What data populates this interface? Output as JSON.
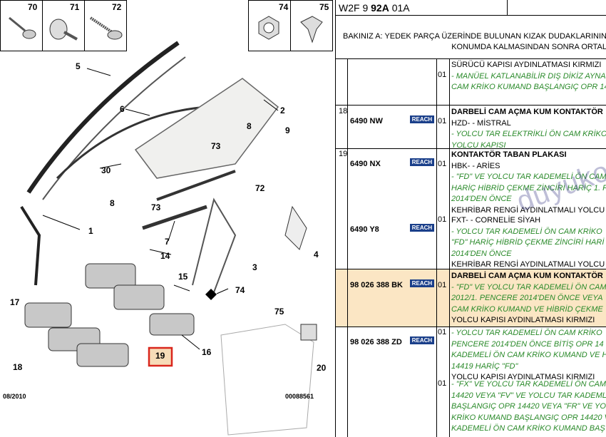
{
  "diagram": {
    "thumbs": [
      {
        "num": "70"
      },
      {
        "num": "71"
      },
      {
        "num": "72"
      },
      {
        "num": "74"
      },
      {
        "num": "75"
      }
    ],
    "callouts": {
      "c5": "5",
      "c6": "6",
      "c2": "2",
      "c8a": "8",
      "c9": "9",
      "c73a": "73",
      "c30": "30",
      "c72": "72",
      "c8b": "8",
      "c73b": "73",
      "c1": "1",
      "c4": "4",
      "c7": "7",
      "c3": "3",
      "c14": "14",
      "c15": "15",
      "c74": "74",
      "c17": "17",
      "c75": "75",
      "c16": "16",
      "c19": "19",
      "c18": "18",
      "c20": "20"
    },
    "date": "08/2010",
    "ref": "00088561"
  },
  "panel": {
    "code_pre": "W2F 9 ",
    "code_bold": "92A",
    "code_post": " 01A",
    "notice_l1": "BAKINIZ A: YEDEK PARÇA ÜZERİNDE BULUNAN KIZAK DUDAKLARININ",
    "notice_l2": "KONUMDA KALMASINDAN SONRA ORTAL",
    "rows": [
      {
        "idx": "",
        "ref": "",
        "badge": "",
        "qty": "01",
        "lines": [
          {
            "u": "SÜRÜCÜ KAPISI AYDINLATMASI KIRMIZI"
          },
          {
            "g": "- MANÜEL KATLANABİLİR DIŞ DİKİZ AYNA"
          },
          {
            "g": "CAM KRİKO KUMAND BAŞLANGIÇ OPR 14"
          }
        ]
      },
      {
        "idx": "18",
        "ref": "6490 NW",
        "badge": "REACH",
        "qty": "01",
        "lines": [
          {
            "t": "DARBELİ CAM AÇMA KUM KONTAKTÖR"
          },
          {
            "u": "HZD- - MİSTRAL"
          },
          {
            "g": "- YOLCU TAR ELEKTRİKLİ ÖN CAM KRİKO"
          },
          {
            "g": "YOLCU KAPISI"
          }
        ]
      },
      {
        "idx": "19",
        "ref": "6490 NX",
        "badge": "REACH",
        "qty": "01",
        "lines": [
          {
            "t": "KONTAKTÖR TABAN PLAKASI"
          },
          {
            "u": "HBK- - ARİES"
          },
          {
            "g": "- \"FD\" VE YOLCU TAR KADEMELİ ÖN CAM"
          },
          {
            "g": "HARİÇ HİBRİD ÇEKME ZİNCİRİ HARİÇ 1. F"
          },
          {
            "g": "2014'DEN ÖNCE"
          },
          {
            "u": "KEHRİBAR RENGİ AYDINLATMALI YOLCU"
          }
        ]
      },
      {
        "idx": "",
        "ref": "6490 Y8",
        "badge": "REACH",
        "qty": "01",
        "lines": [
          {
            "u": "FXT- - CORNELİE SİYAH"
          },
          {
            "g": "- YOLCU TAR KADEMELİ ÖN CAM KRİKO"
          },
          {
            "g": "\"FD\" HARİÇ HİBRİD ÇEKME ZİNCİRİ HARİ"
          },
          {
            "g": "2014'DEN ÖNCE"
          },
          {
            "u": "KEHRİBAR RENGİ AYDINLATMALI YOLCU"
          }
        ]
      },
      {
        "idx": "",
        "ref": "98 026 388 BK",
        "badge": "REACH",
        "qty": "01",
        "lines": [
          {
            "t": "DARBELİ CAM AÇMA KUM KONTAKTÖR"
          },
          {
            "g": "- \"FD\" VE YOLCU TAR KADEMELİ ÖN CAM"
          },
          {
            "g": "2012/1. PENCERE 2014'DEN ÖNCE VEYA"
          },
          {
            "g": "CAM KRİKO KUMAND VE HİBRİD ÇEKME"
          },
          {
            "u": "YOLCU KAPISI AYDINLATMASI KIRMIZI"
          }
        ]
      },
      {
        "idx": "",
        "ref": "98 026 388 ZD",
        "badge": "REACH",
        "qty": "01",
        "lines": [
          {
            "g": "- YOLCU TAR KADEMELİ ÖN CAM KRİKO"
          },
          {
            "g": "PENCERE 2014'DEN ÖNCE BİTİŞ OPR 14"
          },
          {
            "g": "KADEMELİ ÖN CAM KRİKO KUMAND VE H"
          },
          {
            "g": "14419 HARİÇ \"FD\""
          },
          {
            "u": "YOLCU KAPISI AYDINLATMASI KIRMIZI"
          }
        ]
      },
      {
        "idx": "",
        "ref": "",
        "badge": "",
        "qty": "01",
        "lines": [
          {
            "g": "- \"FX\" VE YOLCU TAR KADEMELİ ÖN CAM"
          },
          {
            "g": "14420 VEYA \"FV\" VE YOLCU TAR KADEML"
          },
          {
            "g": "BAŞLANGIÇ OPR 14420 VEYA \"FR\" VE YO"
          },
          {
            "g": "KRİKO KUMAND BAŞLANGIÇ OPR 14420 V"
          },
          {
            "g": "KADEMELİ ÖN CAM KRİKO KUMAND BAŞ"
          }
        ]
      }
    ],
    "watermark": "duyukoto.com"
  }
}
